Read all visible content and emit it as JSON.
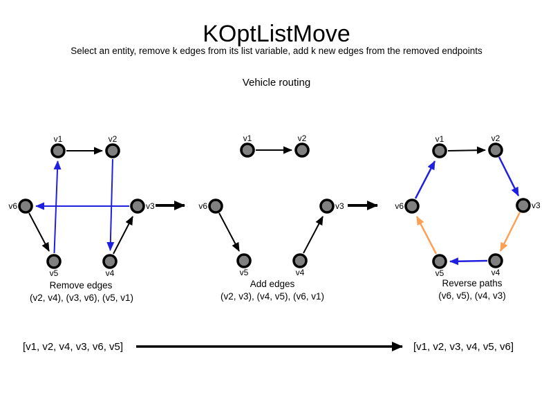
{
  "header": {
    "title": "KOptListMove",
    "subtitle": "Select an entity, remove k edges from its list variable, add k new edges from the removed endpoints",
    "scenario": "Vehicle routing"
  },
  "colors": {
    "changed_edge_blue": "#1f1fdf",
    "reversed_path_orange": "#fca055",
    "node_fill": "#808080",
    "edge_black": "#000000"
  },
  "graphs": [
    {
      "name": "remove-edges",
      "caption": "Remove edges",
      "detail": "(v2, v4), (v3, v6), (v5, v1)",
      "nodes": {
        "v1": "v1",
        "v2": "v2",
        "v3": "v3",
        "v4": "v4",
        "v5": "v5",
        "v6": "v6"
      },
      "edges": [
        {
          "from": "v1",
          "to": "v2",
          "color": "black"
        },
        {
          "from": "v2",
          "to": "v4",
          "color": "blue"
        },
        {
          "from": "v3",
          "to": "v6",
          "color": "blue"
        },
        {
          "from": "v5",
          "to": "v1",
          "color": "blue"
        },
        {
          "from": "v6",
          "to": "v5",
          "color": "black"
        },
        {
          "from": "v4",
          "to": "v3",
          "color": "black"
        }
      ]
    },
    {
      "name": "add-edges",
      "caption": "Add edges",
      "detail": "(v2, v3), (v4, v5), (v6, v1)",
      "nodes": {
        "v1": "v1",
        "v2": "v2",
        "v3": "v3",
        "v4": "v4",
        "v5": "v5",
        "v6": "v6"
      },
      "edges": [
        {
          "from": "v1",
          "to": "v2",
          "color": "black"
        },
        {
          "from": "v6",
          "to": "v5",
          "color": "black"
        },
        {
          "from": "v4",
          "to": "v3",
          "color": "black"
        }
      ]
    },
    {
      "name": "reverse-paths",
      "caption": "Reverse paths",
      "detail": "(v6, v5), (v4, v3)",
      "nodes": {
        "v1": "v1",
        "v2": "v2",
        "v3": "v3",
        "v4": "v4",
        "v5": "v5",
        "v6": "v6"
      },
      "edges": [
        {
          "from": "v1",
          "to": "v2",
          "color": "black"
        },
        {
          "from": "v2",
          "to": "v3",
          "color": "blue"
        },
        {
          "from": "v3",
          "to": "v4",
          "color": "orange"
        },
        {
          "from": "v4",
          "to": "v5",
          "color": "blue"
        },
        {
          "from": "v5",
          "to": "v6",
          "color": "orange"
        },
        {
          "from": "v6",
          "to": "v1",
          "color": "blue"
        }
      ]
    }
  ],
  "list_transformation": {
    "before": "[v1, v2, v4, v3, v6, v5]",
    "after": "[v1, v2, v3, v4, v5, v6]"
  }
}
